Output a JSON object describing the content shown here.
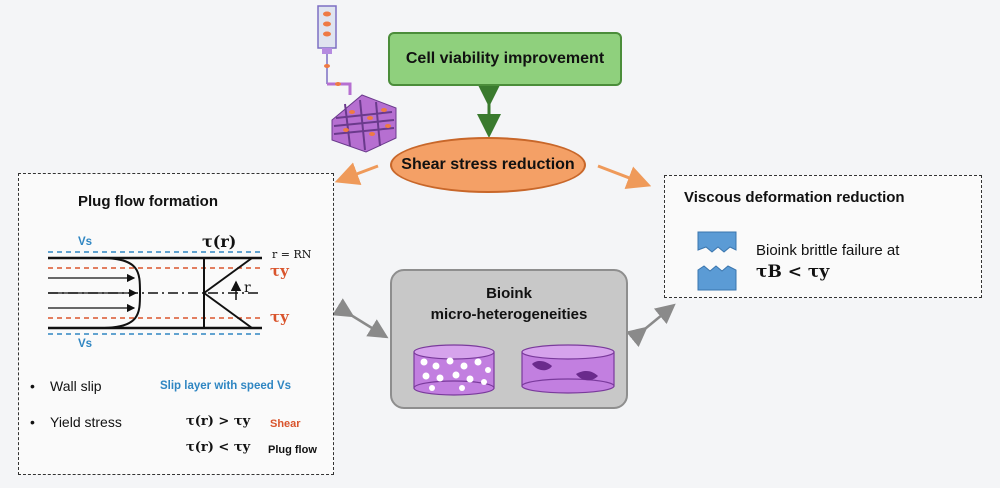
{
  "top_box": {
    "label": "Cell viability improvement",
    "color": "#8fd07d"
  },
  "center_ellipse": {
    "label": "Shear stress reduction",
    "color": "#f4a066"
  },
  "left_panel": {
    "title": "Plug flow formation",
    "vs_top": "Vs",
    "vs_bottom": "Vs",
    "tau_r": "τ(r)",
    "r_equals": "r = RN",
    "tau_y_top": "τy",
    "tau_y_bottom": "τy",
    "r_label": "r",
    "bullets": [
      {
        "label": "Wall slip",
        "note": "Slip layer with speed Vs"
      },
      {
        "label": "Yield stress",
        "rule1": "τ(r) > τy",
        "rule1_note": "Shear",
        "rule2": "τ(r) < τy",
        "rule2_note": "Plug flow"
      }
    ]
  },
  "right_panel": {
    "title": "Viscous deformation reduction",
    "line1": "Bioink brittle failure at",
    "formula": "τB < τy"
  },
  "center_box": {
    "title_line1": "Bioink",
    "title_line2": "micro-heterogeneities"
  },
  "colors": {
    "green_arrow": "#3a7a2e",
    "orange_arrow": "#ef9a5a",
    "gray_arrow": "#8a8a8a",
    "blue_dash": "#2f86c2",
    "red_dash": "#d9542c",
    "purple": "#b66fd1"
  }
}
